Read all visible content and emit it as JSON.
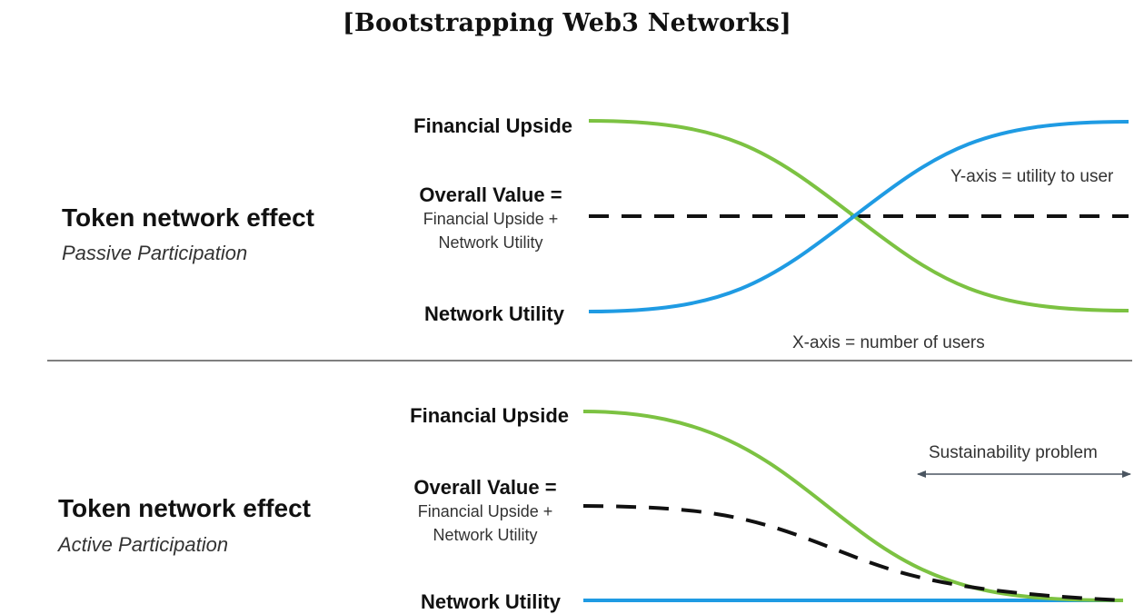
{
  "title": "[Bootstrapping Web3 Networks]",
  "colors": {
    "financial_upside": "#7cc242",
    "network_utility": "#1f9be3",
    "overall_value": "#111111",
    "divider": "#555555",
    "arrow": "#4a5560"
  },
  "panels": [
    {
      "title": "Token network effect",
      "subtitle": "Passive Participation",
      "labels": {
        "financial_upside": "Financial Upside",
        "overall_value_head": "Overall Value =",
        "overall_value_line1": "Financial Upside +",
        "overall_value_line2": "Network Utility",
        "network_utility": "Network Utility"
      },
      "annotations": {
        "y_axis": "Y-axis = utility to user",
        "x_axis": "X-axis = number of users"
      }
    },
    {
      "title": "Token network effect",
      "subtitle": "Active Participation",
      "labels": {
        "financial_upside": "Financial Upside",
        "overall_value_head": "Overall Value =",
        "overall_value_line1": "Financial Upside +",
        "overall_value_line2": "Network Utility",
        "network_utility": "Network Utility"
      },
      "annotations": {
        "sustainability": "Sustainability problem"
      }
    }
  ]
}
